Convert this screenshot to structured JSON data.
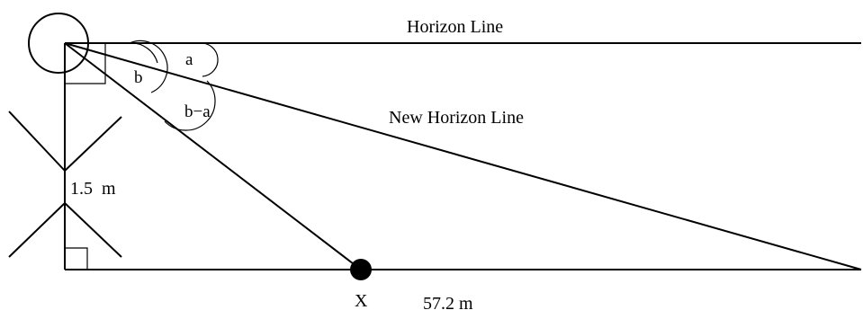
{
  "diagram": {
    "labels": {
      "horizon_line": "Horizon Line",
      "new_horizon_line": "New Horizon Line",
      "angle_a": "a",
      "angle_b": "b",
      "angle_b_minus_a": "b−a",
      "height": "1.5  m",
      "distance": "57.2 m",
      "point": "X"
    },
    "colors": {
      "stroke": "#000000",
      "fill_point": "#000000",
      "background": "#ffffff"
    }
  }
}
